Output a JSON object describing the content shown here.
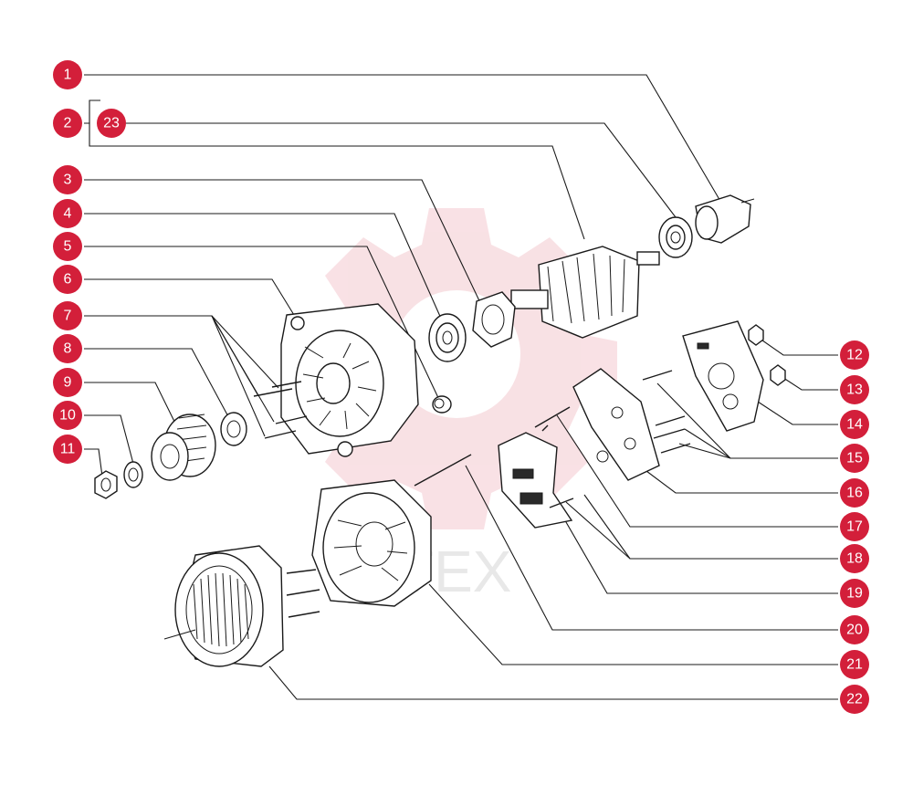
{
  "watermark": {
    "text": "TEX",
    "gear_color": "#f4c9cf"
  },
  "colors": {
    "badge": "#d31f3a",
    "line": "#1a1a1a"
  },
  "callouts": [
    {
      "id": "callout-1",
      "label": "1"
    },
    {
      "id": "callout-2",
      "label": "2"
    },
    {
      "id": "callout-23",
      "label": "23"
    },
    {
      "id": "callout-3",
      "label": "3"
    },
    {
      "id": "callout-4",
      "label": "4"
    },
    {
      "id": "callout-5",
      "label": "5"
    },
    {
      "id": "callout-6",
      "label": "6"
    },
    {
      "id": "callout-7",
      "label": "7"
    },
    {
      "id": "callout-8",
      "label": "8"
    },
    {
      "id": "callout-9",
      "label": "9"
    },
    {
      "id": "callout-10",
      "label": "10"
    },
    {
      "id": "callout-11",
      "label": "11"
    },
    {
      "id": "callout-12",
      "label": "12"
    },
    {
      "id": "callout-13",
      "label": "13"
    },
    {
      "id": "callout-14",
      "label": "14"
    },
    {
      "id": "callout-15",
      "label": "15"
    },
    {
      "id": "callout-16",
      "label": "16"
    },
    {
      "id": "callout-17",
      "label": "17"
    },
    {
      "id": "callout-18",
      "label": "18"
    },
    {
      "id": "callout-19",
      "label": "19"
    },
    {
      "id": "callout-20",
      "label": "20"
    },
    {
      "id": "callout-21",
      "label": "21"
    },
    {
      "id": "callout-22",
      "label": "22"
    }
  ]
}
